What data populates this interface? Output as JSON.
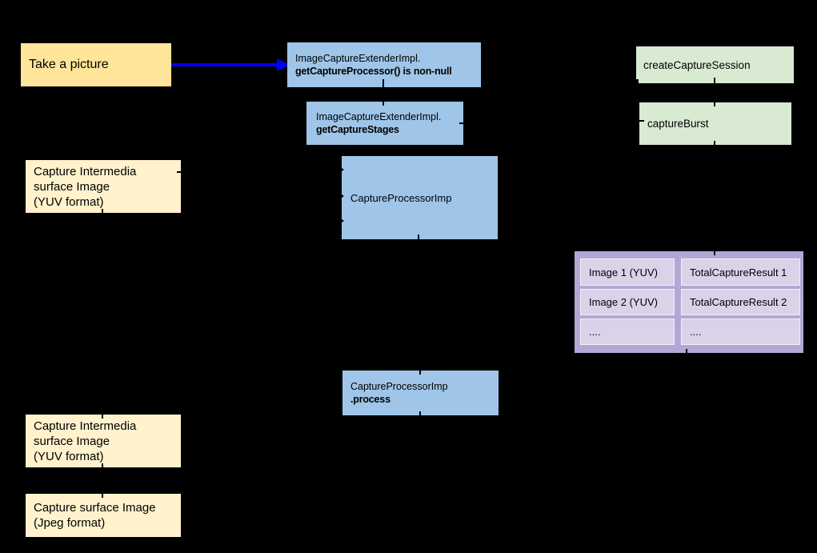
{
  "colors": {
    "background": "#000000",
    "trigger_yellow": "#ffe599",
    "buffer_pale_yellow": "#fff2cc",
    "impl_blue": "#9fc5e8",
    "camera2_green": "#d9ead3",
    "table_purple": "#b4a7d6",
    "table_cell_lavender": "#d9d2e9",
    "arrow_blue": "#0000ff",
    "text": "#000000"
  },
  "nodes": {
    "take_a_picture": {
      "label": "Take a picture"
    },
    "capture_processor_check": {
      "line1": "ImageCaptureExtenderImpl.",
      "line2": "getCaptureProcessor() is non-null"
    },
    "capture_stages": {
      "line1": "ImageCaptureExtenderImpl.",
      "line2": "getCaptureStages"
    },
    "capture_processor_imp": {
      "label": "CaptureProcessorImp"
    },
    "create_capture_session": {
      "label": "createCaptureSession"
    },
    "capture_burst": {
      "label": "captureBurst"
    },
    "process_call": {
      "line1": "CaptureProcessorImp",
      "line2": ".process"
    },
    "capture_intermedia_top": {
      "line1": "Capture Intermedia",
      "line2": "surface Image",
      "line3": "(YUV format)"
    },
    "capture_intermedia_bottom": {
      "line1": "Capture Intermedia",
      "line2": "surface Image",
      "line3": "(YUV format)"
    },
    "capture_surface_jpeg": {
      "line1": "Capture surface Image",
      "line2": "(Jpeg format)"
    }
  },
  "result_table": {
    "rows": [
      {
        "image": "Image 1 (YUV)",
        "result": "TotalCaptureResult 1"
      },
      {
        "image": "Image 2 (YUV)",
        "result": "TotalCaptureResult 2"
      },
      {
        "image": "....",
        "result": "...."
      }
    ]
  }
}
